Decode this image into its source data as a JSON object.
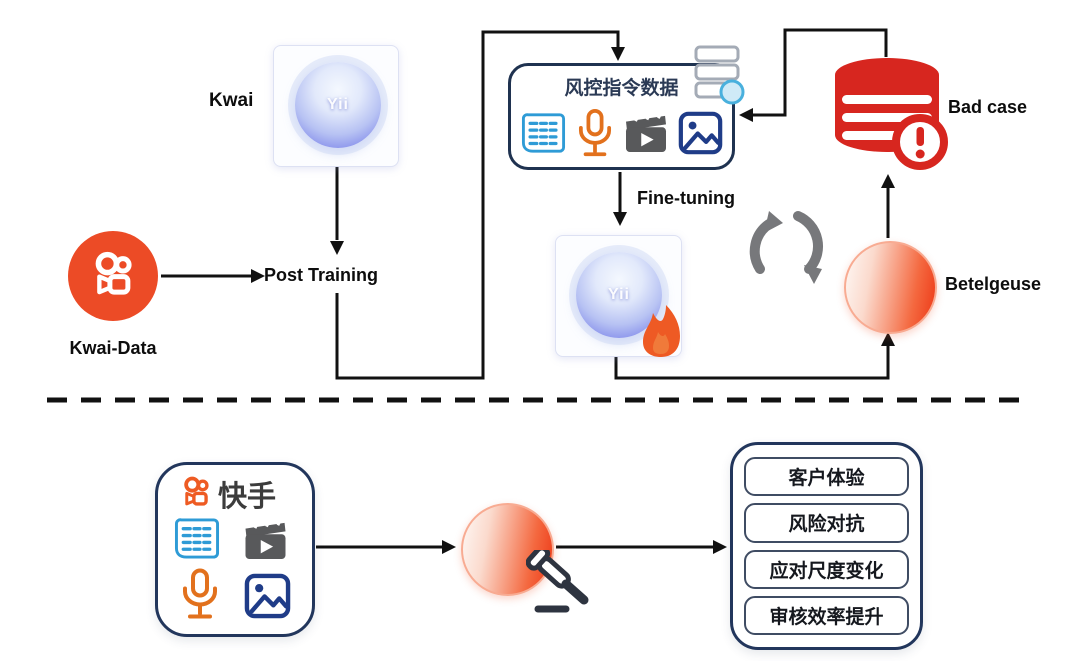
{
  "top": {
    "kwai_data": {
      "label": "Kwai-Data",
      "icon": "kwai-camera-icon"
    },
    "post_training_label": "Post Training",
    "kwai_model": {
      "label": "Kwai",
      "name": "Yii"
    },
    "risk_box": {
      "title": "风控指令数据",
      "icons": [
        "table-icon",
        "microphone-icon",
        "video-clapper-icon",
        "image-icon"
      ],
      "corner_icon": "server-search-icon"
    },
    "fine_tuning_label": "Fine-tuning",
    "tuned_model": {
      "name": "Yii",
      "badge_icon": "fire-icon"
    },
    "loop_icon": "loop-arrows-icon",
    "betelgeuse_label": "Betelgeuse",
    "bad_case": {
      "label": "Bad case",
      "icon": "database-alert-icon"
    }
  },
  "bottom": {
    "kuaishou": {
      "label": "快手",
      "logo_icon": "kwai-camera-icon",
      "icons": [
        "table-icon",
        "video-clapper-icon",
        "microphone-icon",
        "image-icon"
      ]
    },
    "judge": {
      "icon": "gavel-icon"
    },
    "outcomes": [
      {
        "label": "客户体验"
      },
      {
        "label": "风险对抗"
      },
      {
        "label": "应对尺度变化"
      },
      {
        "label": "审核效率提升"
      }
    ]
  },
  "colors": {
    "kwai_orange": "#EC4B26",
    "bad_case_red": "#D7261F",
    "navy_border": "#22365C",
    "icon_blue": "#2E9BD6",
    "icon_orange": "#E2711D",
    "icon_gray": "#58595B",
    "icon_navy": "#1F3C88",
    "loop_gray": "#77787B",
    "betelgeuse_red": "#EE3F1C",
    "model_blue": "#8A93EC",
    "line_black": "#111111"
  }
}
